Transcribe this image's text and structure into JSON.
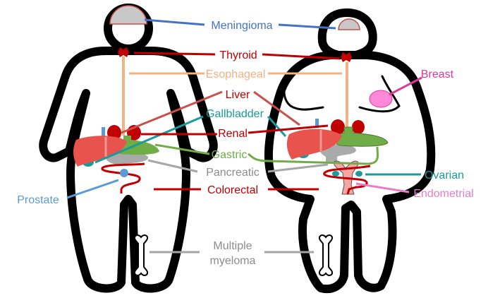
{
  "labels": {
    "meningioma": "Meningioma",
    "thyroid": "Thyroid",
    "esophageal": "Esophageal",
    "breast": "Breast",
    "liver": "Liver",
    "gallbladder": "Gallbladder",
    "renal": "Renal",
    "gastric": "Gastric",
    "pancreatic": "Pancreatic",
    "ovarian": "Ovarian",
    "colorectal": "Colorectal",
    "endometrial": "Endometrial",
    "prostate": "Prostate",
    "myeloma_line1": "Multiple",
    "myeloma_line2": "myeloma"
  },
  "colors": {
    "meningioma": "#4472c4",
    "thyroid": "#c00000",
    "esophageal": "#f4b183",
    "breast": "#e0399a",
    "liver": "#c9504b",
    "gallbladder": "#1a9a9a",
    "gastric": "#70ad47",
    "pancreatic": "#8c8c8c",
    "endometrial": "#e87cc8",
    "prostate": "#5b9bd5"
  }
}
